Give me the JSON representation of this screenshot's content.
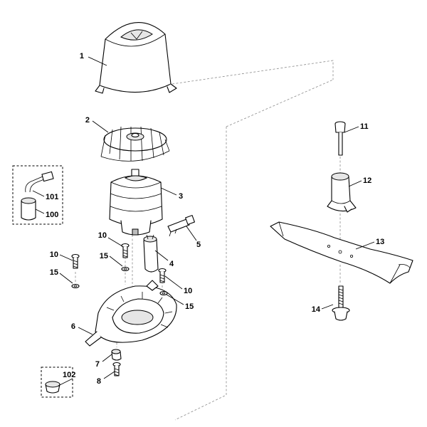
{
  "callouts": [
    {
      "id": "c1",
      "text": "1"
    },
    {
      "id": "c2",
      "text": "2"
    },
    {
      "id": "c3",
      "text": "3"
    },
    {
      "id": "c4",
      "text": "4"
    },
    {
      "id": "c5",
      "text": "5"
    },
    {
      "id": "c6",
      "text": "6"
    },
    {
      "id": "c7",
      "text": "7"
    },
    {
      "id": "c8",
      "text": "8"
    },
    {
      "id": "c10a",
      "text": "10"
    },
    {
      "id": "c10b",
      "text": "10"
    },
    {
      "id": "c10c",
      "text": "10"
    },
    {
      "id": "c11",
      "text": "11"
    },
    {
      "id": "c12",
      "text": "12"
    },
    {
      "id": "c13",
      "text": "13"
    },
    {
      "id": "c14",
      "text": "14"
    },
    {
      "id": "c15a",
      "text": "15"
    },
    {
      "id": "c15b",
      "text": "15"
    },
    {
      "id": "c15c",
      "text": "15"
    },
    {
      "id": "c100",
      "text": "100"
    },
    {
      "id": "c101",
      "text": "101"
    },
    {
      "id": "c102",
      "text": "102"
    }
  ]
}
